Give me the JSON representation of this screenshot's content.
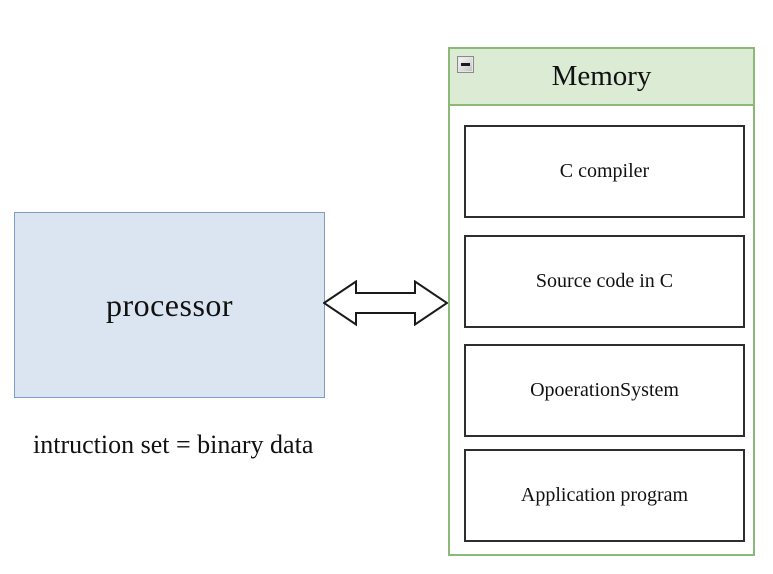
{
  "processor": {
    "label": "processor"
  },
  "caption": {
    "text": "intruction set = binary data"
  },
  "arrow": {
    "icon": "double-headed-horizontal-arrow",
    "direction": "bidirectional"
  },
  "memory": {
    "title": "Memory",
    "collapse_button": {
      "icon": "minus-icon",
      "state": "expanded"
    },
    "blocks": [
      {
        "label": "C compiler"
      },
      {
        "label": "Source code in C"
      },
      {
        "label": "OpoerationSystem"
      },
      {
        "label": "Application program"
      }
    ]
  },
  "colors": {
    "processor_fill": "#dbe5f2",
    "processor_border": "#7e9cc6",
    "memory_header_fill": "#dcebd4",
    "memory_border": "#8cb878",
    "block_border": "#2e2e2e",
    "arrow_stroke": "#1a1a1a",
    "background": "#ffffff"
  }
}
